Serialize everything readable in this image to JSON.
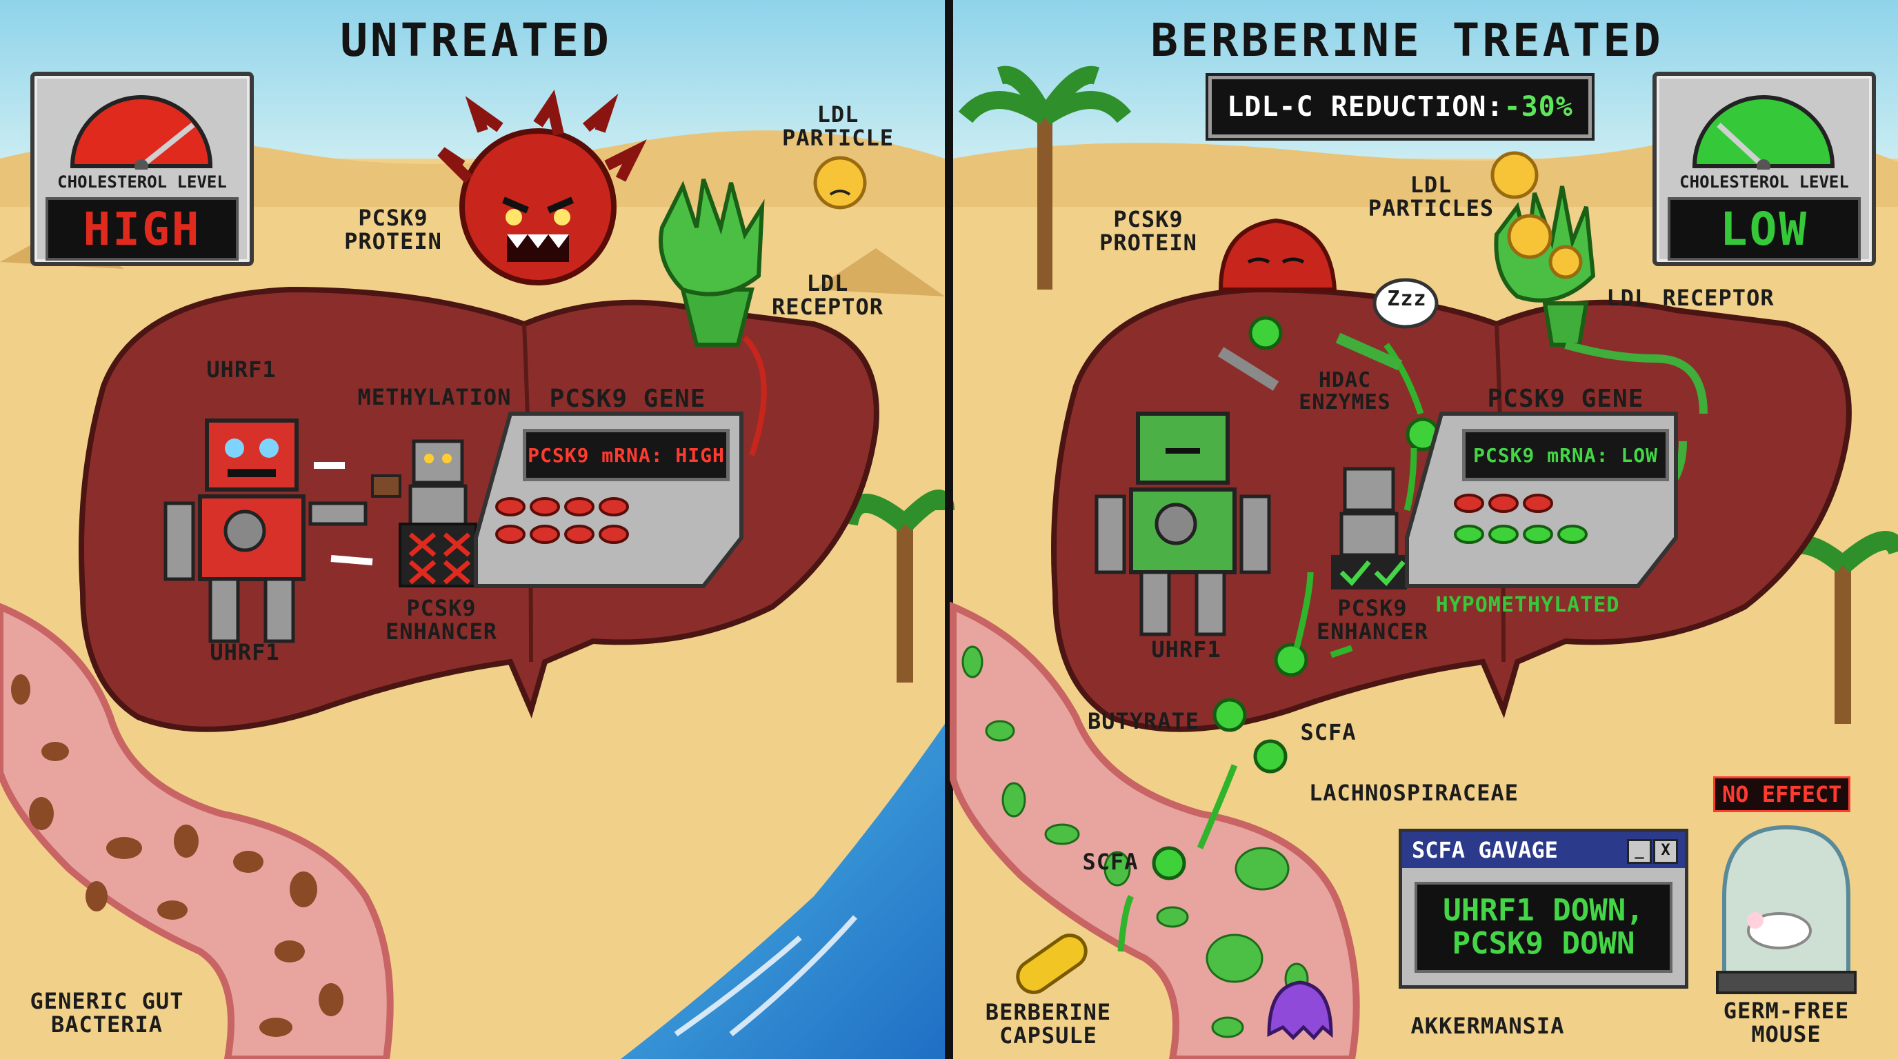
{
  "left_panel": {
    "title": "UNTREATED",
    "meter": {
      "label": "CHOLESTEROL LEVEL",
      "value": "HIGH",
      "color": "#e02a1e",
      "level": 0.85
    },
    "labels": {
      "pcsk9_protein": "PCSK9\nPROTEIN",
      "ldl_particle": "LDL\nPARTICLE",
      "ldl_receptor": "LDL\nRECEPTOR",
      "uhrf1_top": "UHRF1",
      "uhrf1_bottom": "UHRF1",
      "methylation": "METHYLATION",
      "pcsk9_gene": "PCSK9 GENE",
      "pcsk9_enhancer": "PCSK9\nENHANCER",
      "gut_bacteria": "GENERIC GUT\nBACTERIA"
    },
    "screen": {
      "text": "PCSK9 mRNA: HIGH",
      "color": "#ff3b30"
    }
  },
  "right_panel": {
    "title": "BERBERINE TREATED",
    "reduction": {
      "label": "LDL-C REDUCTION: ",
      "value": "-30%"
    },
    "meter": {
      "label": "CHOLESTEROL LEVEL",
      "value": "LOW",
      "color": "#35c93a",
      "level": 0.2
    },
    "labels": {
      "pcsk9_protein": "PCSK9\nPROTEIN",
      "ldl_particles": "LDL\nPARTICLES",
      "ldl_receptor": "LDL RECEPTOR",
      "zzz": "Zzz",
      "hdac": "HDAC\nENZYMES",
      "pcsk9_gene": "PCSK9 GENE",
      "uhrf1": "UHRF1",
      "pcsk9_enhancer": "PCSK9\nENHANCER",
      "hypomethylated": "HYPOMETHYLATED",
      "butyrate": "BUTYRATE",
      "scfa_upper": "SCFA",
      "scfa_lower": "SCFA",
      "lachnospiraceae": "LACHNOSPIRACEAE",
      "berberine_capsule": "BERBERINE\nCAPSULE",
      "akkermansia": "AKKERMANSIA",
      "germ_free_mouse": "GERM-FREE\nMOUSE",
      "no_effect": "NO EFFECT"
    },
    "screen": {
      "text": "PCSK9 mRNA: LOW",
      "color": "#44d646"
    },
    "gavage": {
      "title": "SCFA GAVAGE",
      "minimize": "_",
      "close": "X",
      "body": "UHRF1 DOWN,\nPCSK9 DOWN"
    }
  }
}
